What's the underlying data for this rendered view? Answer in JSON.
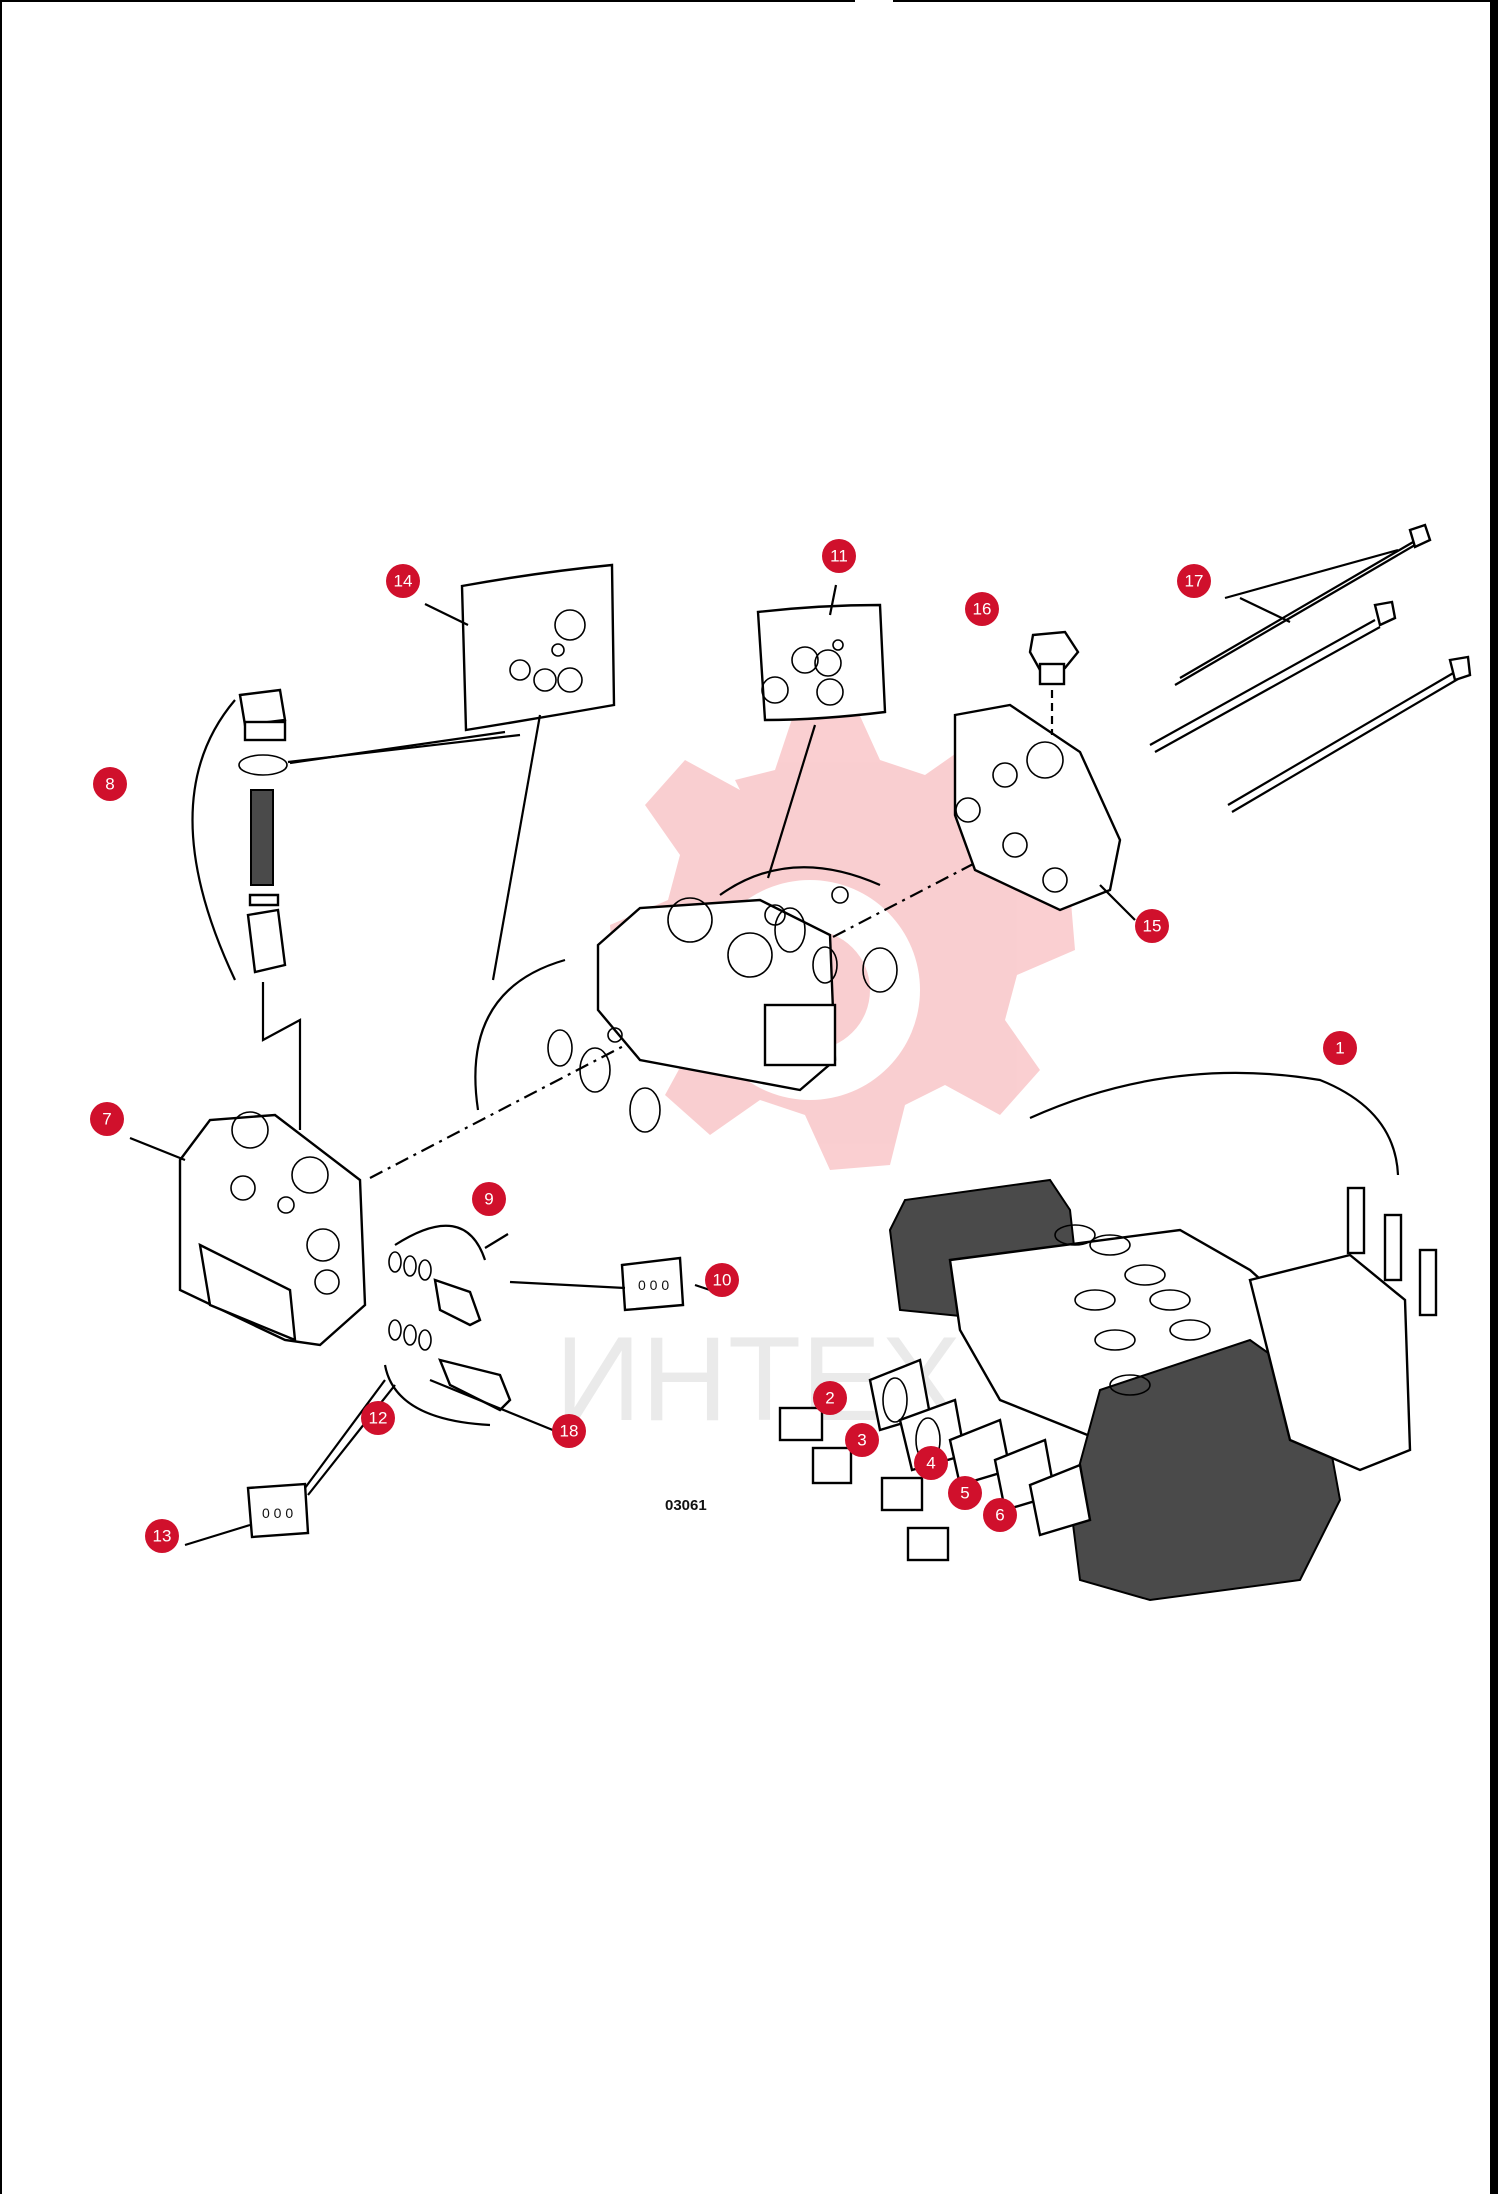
{
  "diagram": {
    "figure_code": "03061",
    "watermark_text": "ИНТЕХ",
    "watermark_color": "#e8262c",
    "callout_color": "#d0102c",
    "callouts": [
      {
        "id": "c1",
        "label": "1"
      },
      {
        "id": "c2",
        "label": "2"
      },
      {
        "id": "c3",
        "label": "3"
      },
      {
        "id": "c4",
        "label": "4"
      },
      {
        "id": "c5",
        "label": "5"
      },
      {
        "id": "c6",
        "label": "6"
      },
      {
        "id": "c7",
        "label": "7"
      },
      {
        "id": "c8",
        "label": "8"
      },
      {
        "id": "c9",
        "label": "9"
      },
      {
        "id": "c10",
        "label": "10"
      },
      {
        "id": "c11",
        "label": "11"
      },
      {
        "id": "c12",
        "label": "12"
      },
      {
        "id": "c13",
        "label": "13"
      },
      {
        "id": "c14",
        "label": "14"
      },
      {
        "id": "c15",
        "label": "15"
      },
      {
        "id": "c16",
        "label": "16"
      },
      {
        "id": "c17",
        "label": "17"
      },
      {
        "id": "c18",
        "label": "18"
      }
    ]
  }
}
